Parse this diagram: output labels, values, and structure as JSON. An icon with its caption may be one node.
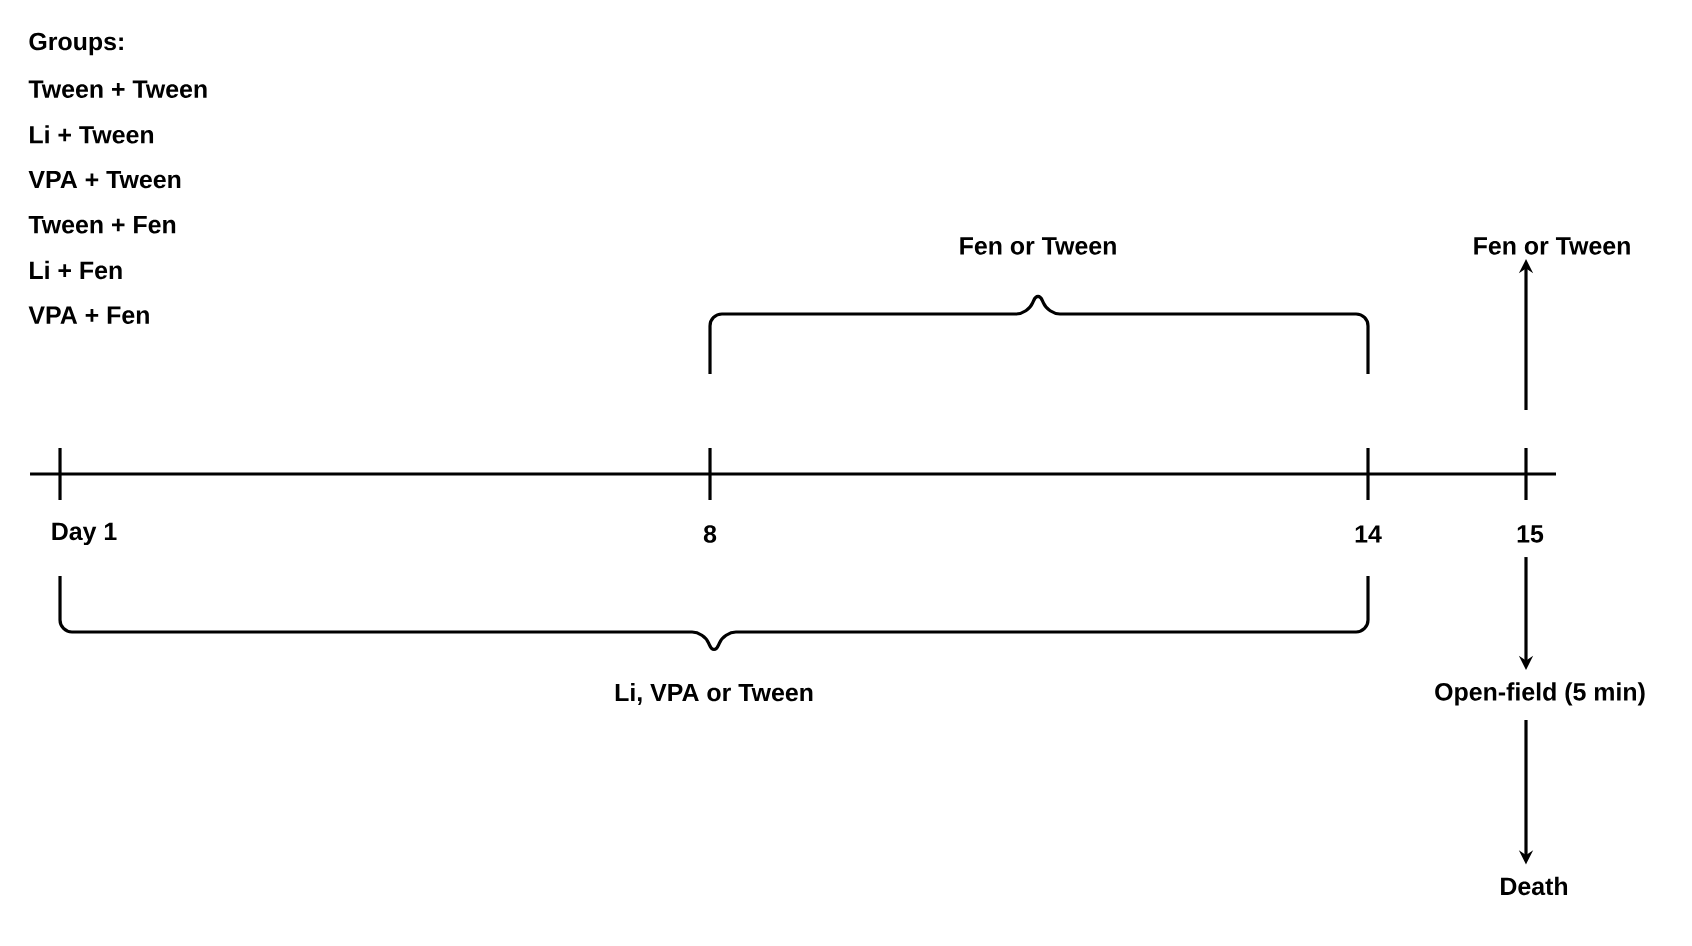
{
  "diagram": {
    "nodes": [
      {
        "text": [
          "15"
        ]
      },
      {
        "text": [
          "Fen or Tween"
        ]
      },
      {
        "text": [
          "Open-field (5 min)"
        ]
      },
      {
        "text": [
          "Death"
        ]
      }
    ],
    "edges": [
      {
        "from": null,
        "to": 1,
        "arrow": "to"
      },
      {
        "from": 0,
        "to": 2,
        "arrow": "to"
      },
      {
        "from": 2,
        "to": 3,
        "arrow": "to"
      }
    ],
    "labels": [
      "Groups:",
      "Tween + Tween",
      "Li + Tween",
      "VPA + Tween",
      "Tween + Fen",
      "Li + Fen",
      "VPA + Fen",
      "Fen or Tween",
      "Day 1",
      "8",
      "14",
      "Li, VPA or Tween"
    ]
  }
}
